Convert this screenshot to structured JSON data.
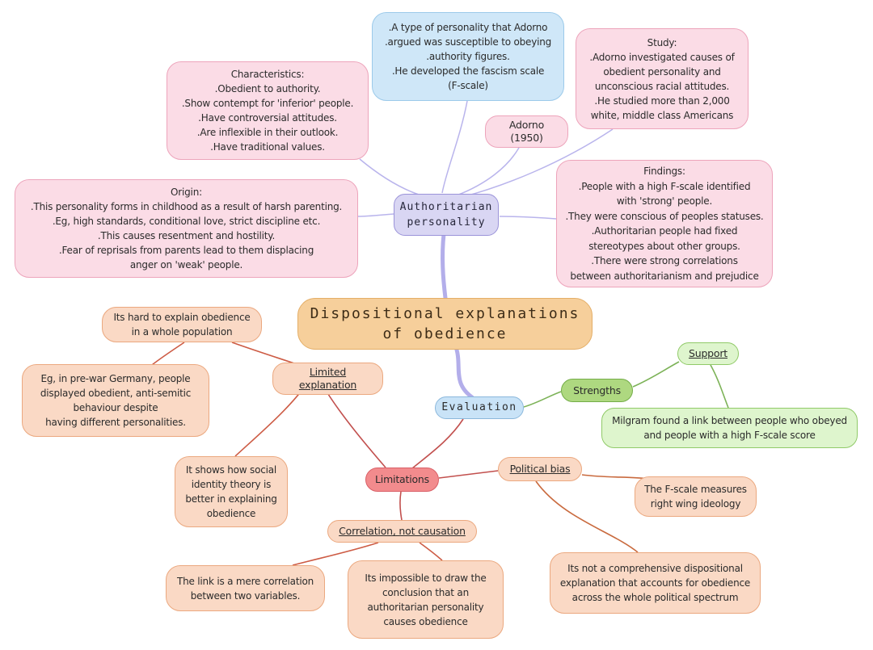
{
  "diagram": {
    "kind": "mind-map",
    "topic": "Dispositional explanations of obedience"
  },
  "nodes": {
    "title": {
      "text": "Dispositional explanations\nof obedience"
    },
    "authoritarian": {
      "text": "Authoritarian\npersonality"
    },
    "adorno_desc": {
      "text": ".A type of personality that Adorno\n.argued was susceptible to obeying\n.authority figures.\n.He developed the fascism scale\n(F-scale)"
    },
    "adorno_label": {
      "text": "Adorno (1950)"
    },
    "study": {
      "text": "Study:\n.Adorno investigated causes of\nobedient personality and\nunconscious racial attitudes.\n.He studied more than 2,000\nwhite, middle class Americans"
    },
    "characteristics": {
      "text": "Characteristics:\n.Obedient to authority.\n.Show contempt for 'inferior' people.\n.Have controversial attitudes.\n.Are inflexible in their outlook.\n.Have traditional values."
    },
    "origin": {
      "text": "Origin:\n.This personality forms in childhood as a result of harsh parenting.\n.Eg, high standards, conditional love, strict discipline etc.\n.This causes resentment and hostility.\n.Fear of reprisals from parents lead to them displacing\nanger on 'weak' people."
    },
    "findings": {
      "text": "Findings:\n.People with a high F-scale identified\nwith 'strong' people.\n.They were conscious of peoples statuses.\n.Authoritarian people had fixed\nstereotypes about other groups.\n.There were strong correlations\nbetween authoritarianism and prejudice"
    },
    "evaluation": {
      "text": "Evaluation"
    },
    "strengths": {
      "text": "Strengths"
    },
    "support": {
      "text": "Support"
    },
    "milgram": {
      "text": "Milgram found a link between people who obeyed\nand people with a high F-scale score"
    },
    "limitations": {
      "text": "Limitations"
    },
    "limited_explanation": {
      "text": "Limited explanation"
    },
    "its_hard": {
      "text": "Its hard to explain obedience\nin a whole population"
    },
    "eg_prewar": {
      "text": "Eg, in pre-war Germany, people\ndisplayed obedient, anti-semitic\nbehaviour despite\nhaving different personalities."
    },
    "it_shows": {
      "text": "It shows how social\nidentity theory is\nbetter in explaining\nobedience"
    },
    "political_bias": {
      "text": "Political bias"
    },
    "f_scale": {
      "text": "The F-scale measures\nright wing ideology"
    },
    "not_comprehensive": {
      "text": "Its not a comprehensive dispositional\nexplanation that accounts for obedience\nacross the whole political spectrum"
    },
    "correlation": {
      "text": "Correlation, not causation"
    },
    "mere_correlation": {
      "text": "The link is a mere correlation\nbetween two variables."
    },
    "impossible": {
      "text": "Its impossible to draw the\nconclusion that an\nauthoritarian personality\ncauses obedience"
    }
  },
  "edges": [
    [
      "authoritarian-personality",
      "adorno-description"
    ],
    [
      "authoritarian-personality",
      "characteristics"
    ],
    [
      "authoritarian-personality",
      "adorno-1950"
    ],
    [
      "authoritarian-personality",
      "study"
    ],
    [
      "authoritarian-personality",
      "origin"
    ],
    [
      "authoritarian-personality",
      "findings"
    ],
    [
      "authoritarian-personality",
      "central-title"
    ],
    [
      "central-title",
      "evaluation"
    ],
    [
      "evaluation",
      "strengths"
    ],
    [
      "strengths",
      "support"
    ],
    [
      "support",
      "milgram-support"
    ],
    [
      "evaluation",
      "limitations"
    ],
    [
      "limitations",
      "limited-explanation"
    ],
    [
      "limitations",
      "political-bias"
    ],
    [
      "limitations",
      "correlation-not-causation"
    ],
    [
      "limited-explanation",
      "its-hard-to-explain"
    ],
    [
      "its-hard-to-explain",
      "eg-prewar-germany"
    ],
    [
      "limited-explanation",
      "social-identity-better"
    ],
    [
      "political-bias",
      "f-scale-right-wing"
    ],
    [
      "political-bias",
      "not-comprehensive"
    ],
    [
      "correlation-not-causation",
      "mere-correlation"
    ],
    [
      "correlation-not-causation",
      "impossible-conclusion"
    ]
  ],
  "colors": {
    "pink_fill": "#fbdce6",
    "pink_border": "#eda4bb",
    "blue_fill": "#cfe7f8",
    "blue_border": "#9ccaea",
    "lavender_fill": "#d9d6f3",
    "lavender_border": "#9b93d9",
    "orange_fill": "#f6cf9b",
    "orange_border": "#e4ae67",
    "evaluation_fill": "#c9e3f7",
    "evaluation_border": "#8bb8dc",
    "green_fill": "#aed880",
    "green_border": "#74ad48",
    "lightgreen_fill": "#def5cd",
    "lightgreen_border": "#90ca68",
    "salmon_fill": "#f28b8d",
    "salmon_border": "#d95f66",
    "peach_fill": "#fad9c5",
    "peach_border": "#eba87f",
    "wire_lavender": "#b9b4ec",
    "wire_lavender_thick": "#b3aeea",
    "wire_green": "#7cb257",
    "wire_red": "#c2504e",
    "wire_orange_red": "#cd5b44",
    "wire_brown_orange": "#c96a3e"
  }
}
